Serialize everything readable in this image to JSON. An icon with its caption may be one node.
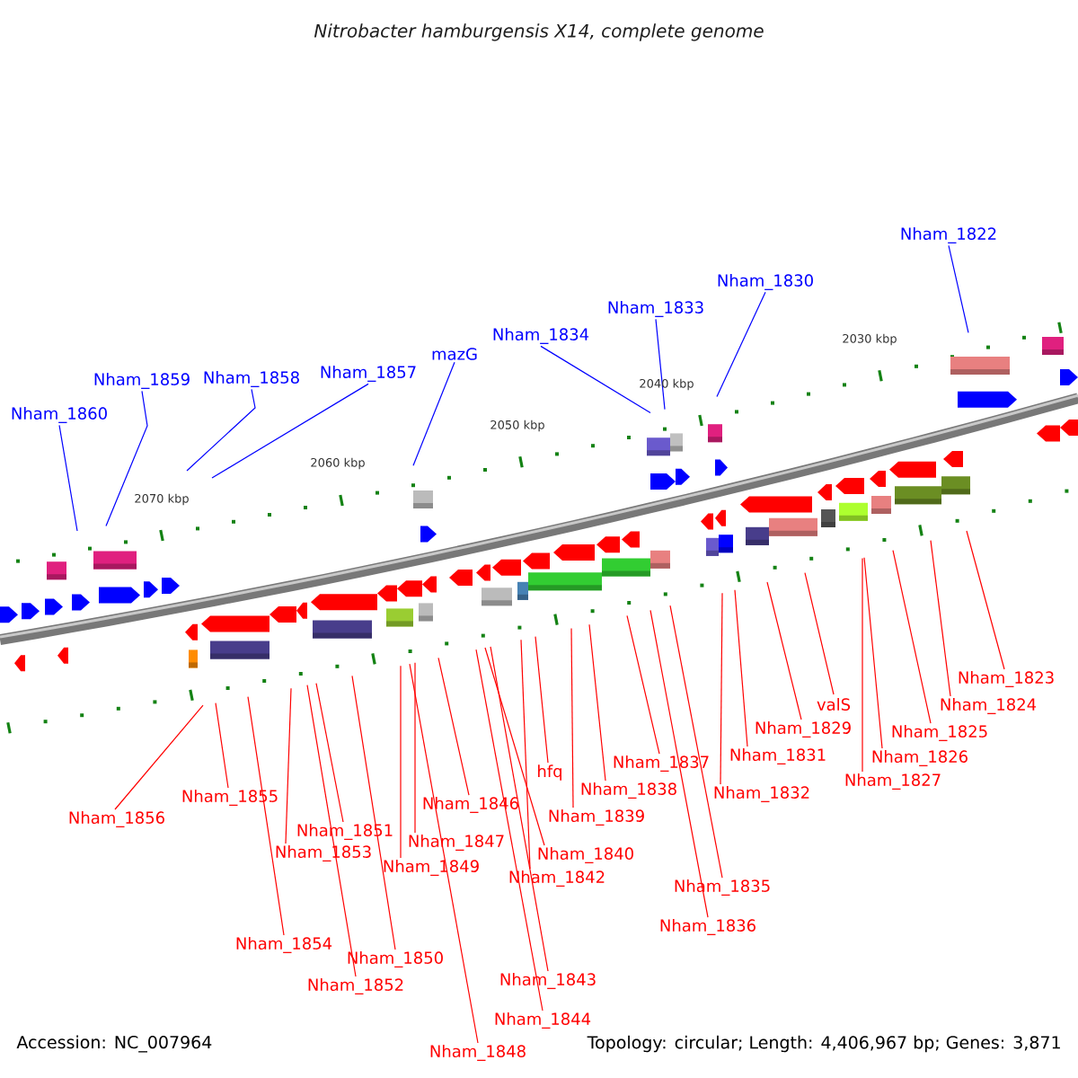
{
  "diagram": {
    "title": "*Nitrobacter hamburgensis X14, complete genome*",
    "nodes": [
      {
        "text": [
          "Nham_1860"
        ]
      },
      {
        "text": [
          "Nham_1859"
        ]
      },
      {
        "text": [
          "Nham_1858"
        ]
      },
      {
        "text": [
          "Nham_1857"
        ]
      },
      {
        "text": [
          "mazG"
        ]
      },
      {
        "text": [
          "Nham_1834"
        ]
      },
      {
        "text": [
          "Nham_1833"
        ]
      },
      {
        "text": [
          "Nham_1830"
        ]
      },
      {
        "text": [
          "Nham_1822"
        ]
      },
      {
        "text": [
          "Nham_1856"
        ]
      },
      {
        "text": [
          "Nham_1855"
        ]
      },
      {
        "text": [
          "Nham_1854"
        ]
      },
      {
        "text": [
          "Nham_1853"
        ]
      },
      {
        "text": [
          "Nham_1852"
        ]
      },
      {
        "text": [
          "Nham_1851"
        ]
      },
      {
        "text": [
          "Nham_1850"
        ]
      },
      {
        "text": [
          "Nham_1849"
        ]
      },
      {
        "text": [
          "Nham_1848"
        ]
      },
      {
        "text": [
          "Nham_1847"
        ]
      },
      {
        "text": [
          "Nham_1846"
        ]
      },
      {
        "text": [
          "Nham_1844"
        ]
      },
      {
        "text": [
          "Nham_1843"
        ]
      },
      {
        "text": [
          "Nham_1842"
        ]
      },
      {
        "text": [
          "Nham_1840"
        ]
      },
      {
        "text": [
          "Nham_1839"
        ]
      },
      {
        "text": [
          "hfq"
        ]
      },
      {
        "text": [
          "Nham_1838"
        ]
      },
      {
        "text": [
          "Nham_1837"
        ]
      },
      {
        "text": [
          "Nham_1836"
        ]
      },
      {
        "text": [
          "Nham_1835"
        ]
      },
      {
        "text": [
          "Nham_1832"
        ]
      },
      {
        "text": [
          "Nham_1831"
        ]
      },
      {
        "text": [
          "Nham_1829"
        ]
      },
      {
        "text": [
          "valS"
        ]
      },
      {
        "text": [
          "Nham_1827"
        ]
      },
      {
        "text": [
          "Nham_1826"
        ]
      },
      {
        "text": [
          "Nham_1825"
        ]
      },
      {
        "text": [
          "Nham_1824"
        ]
      },
      {
        "text": [
          "Nham_1823"
        ]
      }
    ],
    "edges": [
      {
        "from": 0,
        "to": null,
        "arrow": "none",
        "color": "#0000ff"
      },
      {
        "from": 1,
        "to": null,
        "arrow": "none",
        "color": "#0000ff"
      },
      {
        "from": 2,
        "to": null,
        "arrow": "none",
        "color": "#0000ff"
      },
      {
        "from": 3,
        "to": null,
        "arrow": "none",
        "color": "#0000ff"
      },
      {
        "from": 4,
        "to": null,
        "arrow": "none",
        "color": "#0000ff"
      },
      {
        "from": 5,
        "to": null,
        "arrow": "none",
        "color": "#0000ff"
      },
      {
        "from": 6,
        "to": null,
        "arrow": "none",
        "color": "#0000ff"
      },
      {
        "from": 7,
        "to": null,
        "arrow": "none",
        "color": "#0000ff"
      },
      {
        "from": 8,
        "to": null,
        "arrow": "none",
        "color": "#0000ff"
      },
      {
        "from": 9,
        "to": null,
        "arrow": "none"
      },
      {
        "from": 10,
        "to": null,
        "arrow": "none"
      },
      {
        "from": 11,
        "to": null,
        "arrow": "none"
      },
      {
        "from": 12,
        "to": null,
        "arrow": "none"
      },
      {
        "from": 13,
        "to": null,
        "arrow": "none"
      },
      {
        "from": 14,
        "to": null,
        "arrow": "none"
      },
      {
        "from": 15,
        "to": null,
        "arrow": "none"
      },
      {
        "from": 16,
        "to": null,
        "arrow": "none"
      },
      {
        "from": 17,
        "to": null,
        "arrow": "none"
      },
      {
        "from": 18,
        "to": null,
        "arrow": "none"
      },
      {
        "from": 19,
        "to": null,
        "arrow": "none"
      },
      {
        "from": 20,
        "to": null,
        "arrow": "none"
      },
      {
        "from": 21,
        "to": null,
        "arrow": "none"
      },
      {
        "from": 22,
        "to": null,
        "arrow": "none"
      },
      {
        "from": 23,
        "to": null,
        "arrow": "none"
      },
      {
        "from": 24,
        "to": null,
        "arrow": "none"
      },
      {
        "from": 25,
        "to": null,
        "arrow": "none"
      },
      {
        "from": 26,
        "to": null,
        "arrow": "none"
      },
      {
        "from": 27,
        "to": null,
        "arrow": "none"
      },
      {
        "from": 28,
        "to": null,
        "arrow": "none"
      },
      {
        "from": 29,
        "to": null,
        "arrow": "none"
      },
      {
        "from": 30,
        "to": null,
        "arrow": "none"
      },
      {
        "from": 31,
        "to": null,
        "arrow": "none"
      },
      {
        "from": 32,
        "to": null,
        "arrow": "none"
      },
      {
        "from": 33,
        "to": null,
        "arrow": "none"
      },
      {
        "from": 34,
        "to": null,
        "arrow": "none"
      },
      {
        "from": 35,
        "to": null,
        "arrow": "none"
      },
      {
        "from": 36,
        "to": null,
        "arrow": "none"
      },
      {
        "from": 37,
        "to": null,
        "arrow": "none"
      },
      {
        "from": 38,
        "to": null,
        "arrow": "none"
      }
    ],
    "labels": [
      "2070 kbp",
      "2060 kbp",
      "2050 kbp",
      "2040 kbp",
      "2030 kbp",
      "Accession: NC_007964",
      "Topology: circular; Length: 4,406,967 bp; Genes: 3,871"
    ]
  }
}
